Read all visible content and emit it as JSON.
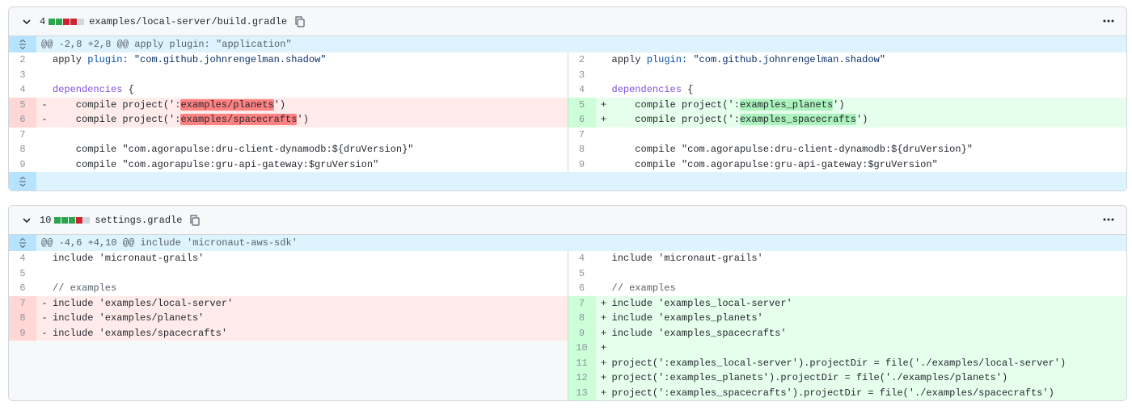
{
  "files": [
    {
      "count": "4",
      "filename": "examples/local-server/build.gradle",
      "stat_colors": [
        "#2da44e",
        "#2da44e",
        "#cf222e",
        "#cf222e",
        "#d0d7de"
      ],
      "hunk": "@@ -2,8 +2,8 @@ apply plugin: \"application\""
    },
    {
      "count": "10",
      "filename": "settings.gradle",
      "stat_colors": [
        "#2da44e",
        "#2da44e",
        "#2da44e",
        "#cf222e",
        "#d0d7de"
      ],
      "hunk": "@@ -4,6 +4,10 @@ include 'micronaut-aws-sdk'"
    }
  ],
  "f1": {
    "l": {
      "n": [
        "2",
        "3",
        "4",
        "5",
        "6",
        "7",
        "8",
        "9"
      ],
      "m": [
        "",
        "",
        "",
        "-",
        "-",
        "",
        "",
        ""
      ]
    },
    "r": {
      "n": [
        "2",
        "3",
        "4",
        "5",
        "6",
        "7",
        "8",
        "9"
      ],
      "m": [
        "",
        "",
        "",
        "+",
        "+",
        "",
        "",
        ""
      ]
    },
    "t": {
      "apply": "apply ",
      "plugin": "plugin",
      "shadow": ": \"com.github.johnrengelman.shadow\"",
      "deps": "dependencies",
      "brace": " {",
      "compile_pre": "    compile project(':",
      "del1_hl": "examples/planets",
      "del2_hl": "examples/spacecrafts",
      "add1_hl": "examples_planets",
      "add2_hl": "examples_spacecrafts",
      "close": "')",
      "dru": "    compile \"com.agorapulse:dru-client-dynamodb:${druVersion}\"",
      "gru": "    compile \"com.agorapulse:gru-api-gateway:$gruVersion\""
    }
  },
  "f2": {
    "l": {
      "n": [
        "4",
        "5",
        "6",
        "7",
        "8",
        "9"
      ],
      "m": [
        "",
        "",
        "",
        "-",
        "-",
        "-"
      ],
      "c": [
        "include 'micronaut-grails'",
        "",
        "// examples",
        "include 'examples/local-server'",
        "include 'examples/planets'",
        "include 'examples/spacecrafts'"
      ]
    },
    "r": {
      "n": [
        "4",
        "5",
        "6",
        "7",
        "8",
        "9",
        "10",
        "11",
        "12",
        "13"
      ],
      "m": [
        "",
        "",
        "",
        "+",
        "+",
        "+",
        "+",
        "+",
        "+",
        "+"
      ],
      "c": [
        "include 'micronaut-grails'",
        "",
        "// examples",
        "include 'examples_local-server'",
        "include 'examples_planets'",
        "include 'examples_spacecrafts'",
        "",
        "project(':examples_local-server').projectDir = file('./examples/local-server')",
        "project(':examples_planets').projectDir = file('./examples/planets')",
        "project(':examples_spacecrafts').projectDir = file('./examples/spacecrafts')"
      ]
    }
  }
}
